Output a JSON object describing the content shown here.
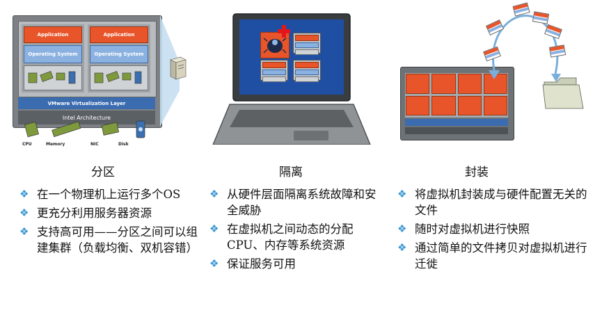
{
  "diagram1": {
    "app_label": "Application",
    "os_label": "Operating System",
    "virtualization_layer": "VMware Virtualization Layer",
    "architecture": "Intel Architecture",
    "hw_labels": [
      "CPU",
      "Memory",
      "NIC",
      "Disk"
    ]
  },
  "columns": [
    {
      "title": "分区",
      "bullets": [
        "在一个物理机上运行多个OS",
        "更充分利用服务器资源",
        "支持高可用——分区之间可以组建集群（负载均衡、双机容错）"
      ]
    },
    {
      "title": "隔离",
      "bullets": [
        "从硬件层面隔离系统故障和安全威胁",
        "在虚拟机之间动态的分配CPU、内存等系统资源",
        "保证服务可用"
      ]
    },
    {
      "title": "封装",
      "bullets": [
        "将虚拟机封装成与硬件配置无关的文件",
        "随时对虚拟机进行快照",
        "通过简单的文件拷贝对虚拟机进行迁徙"
      ]
    }
  ],
  "colors": {
    "bullet": "#3a97d4",
    "application": "#e8552a",
    "operating_system": "#8ab1e0",
    "virtualization_layer": "#3b6cb0",
    "architecture": "#5b6065"
  },
  "icons": [
    "bullet-diamond-icon",
    "server-tower-icon",
    "bug-icon",
    "red-cross-icon",
    "folder-icon",
    "laptop-icon"
  ]
}
